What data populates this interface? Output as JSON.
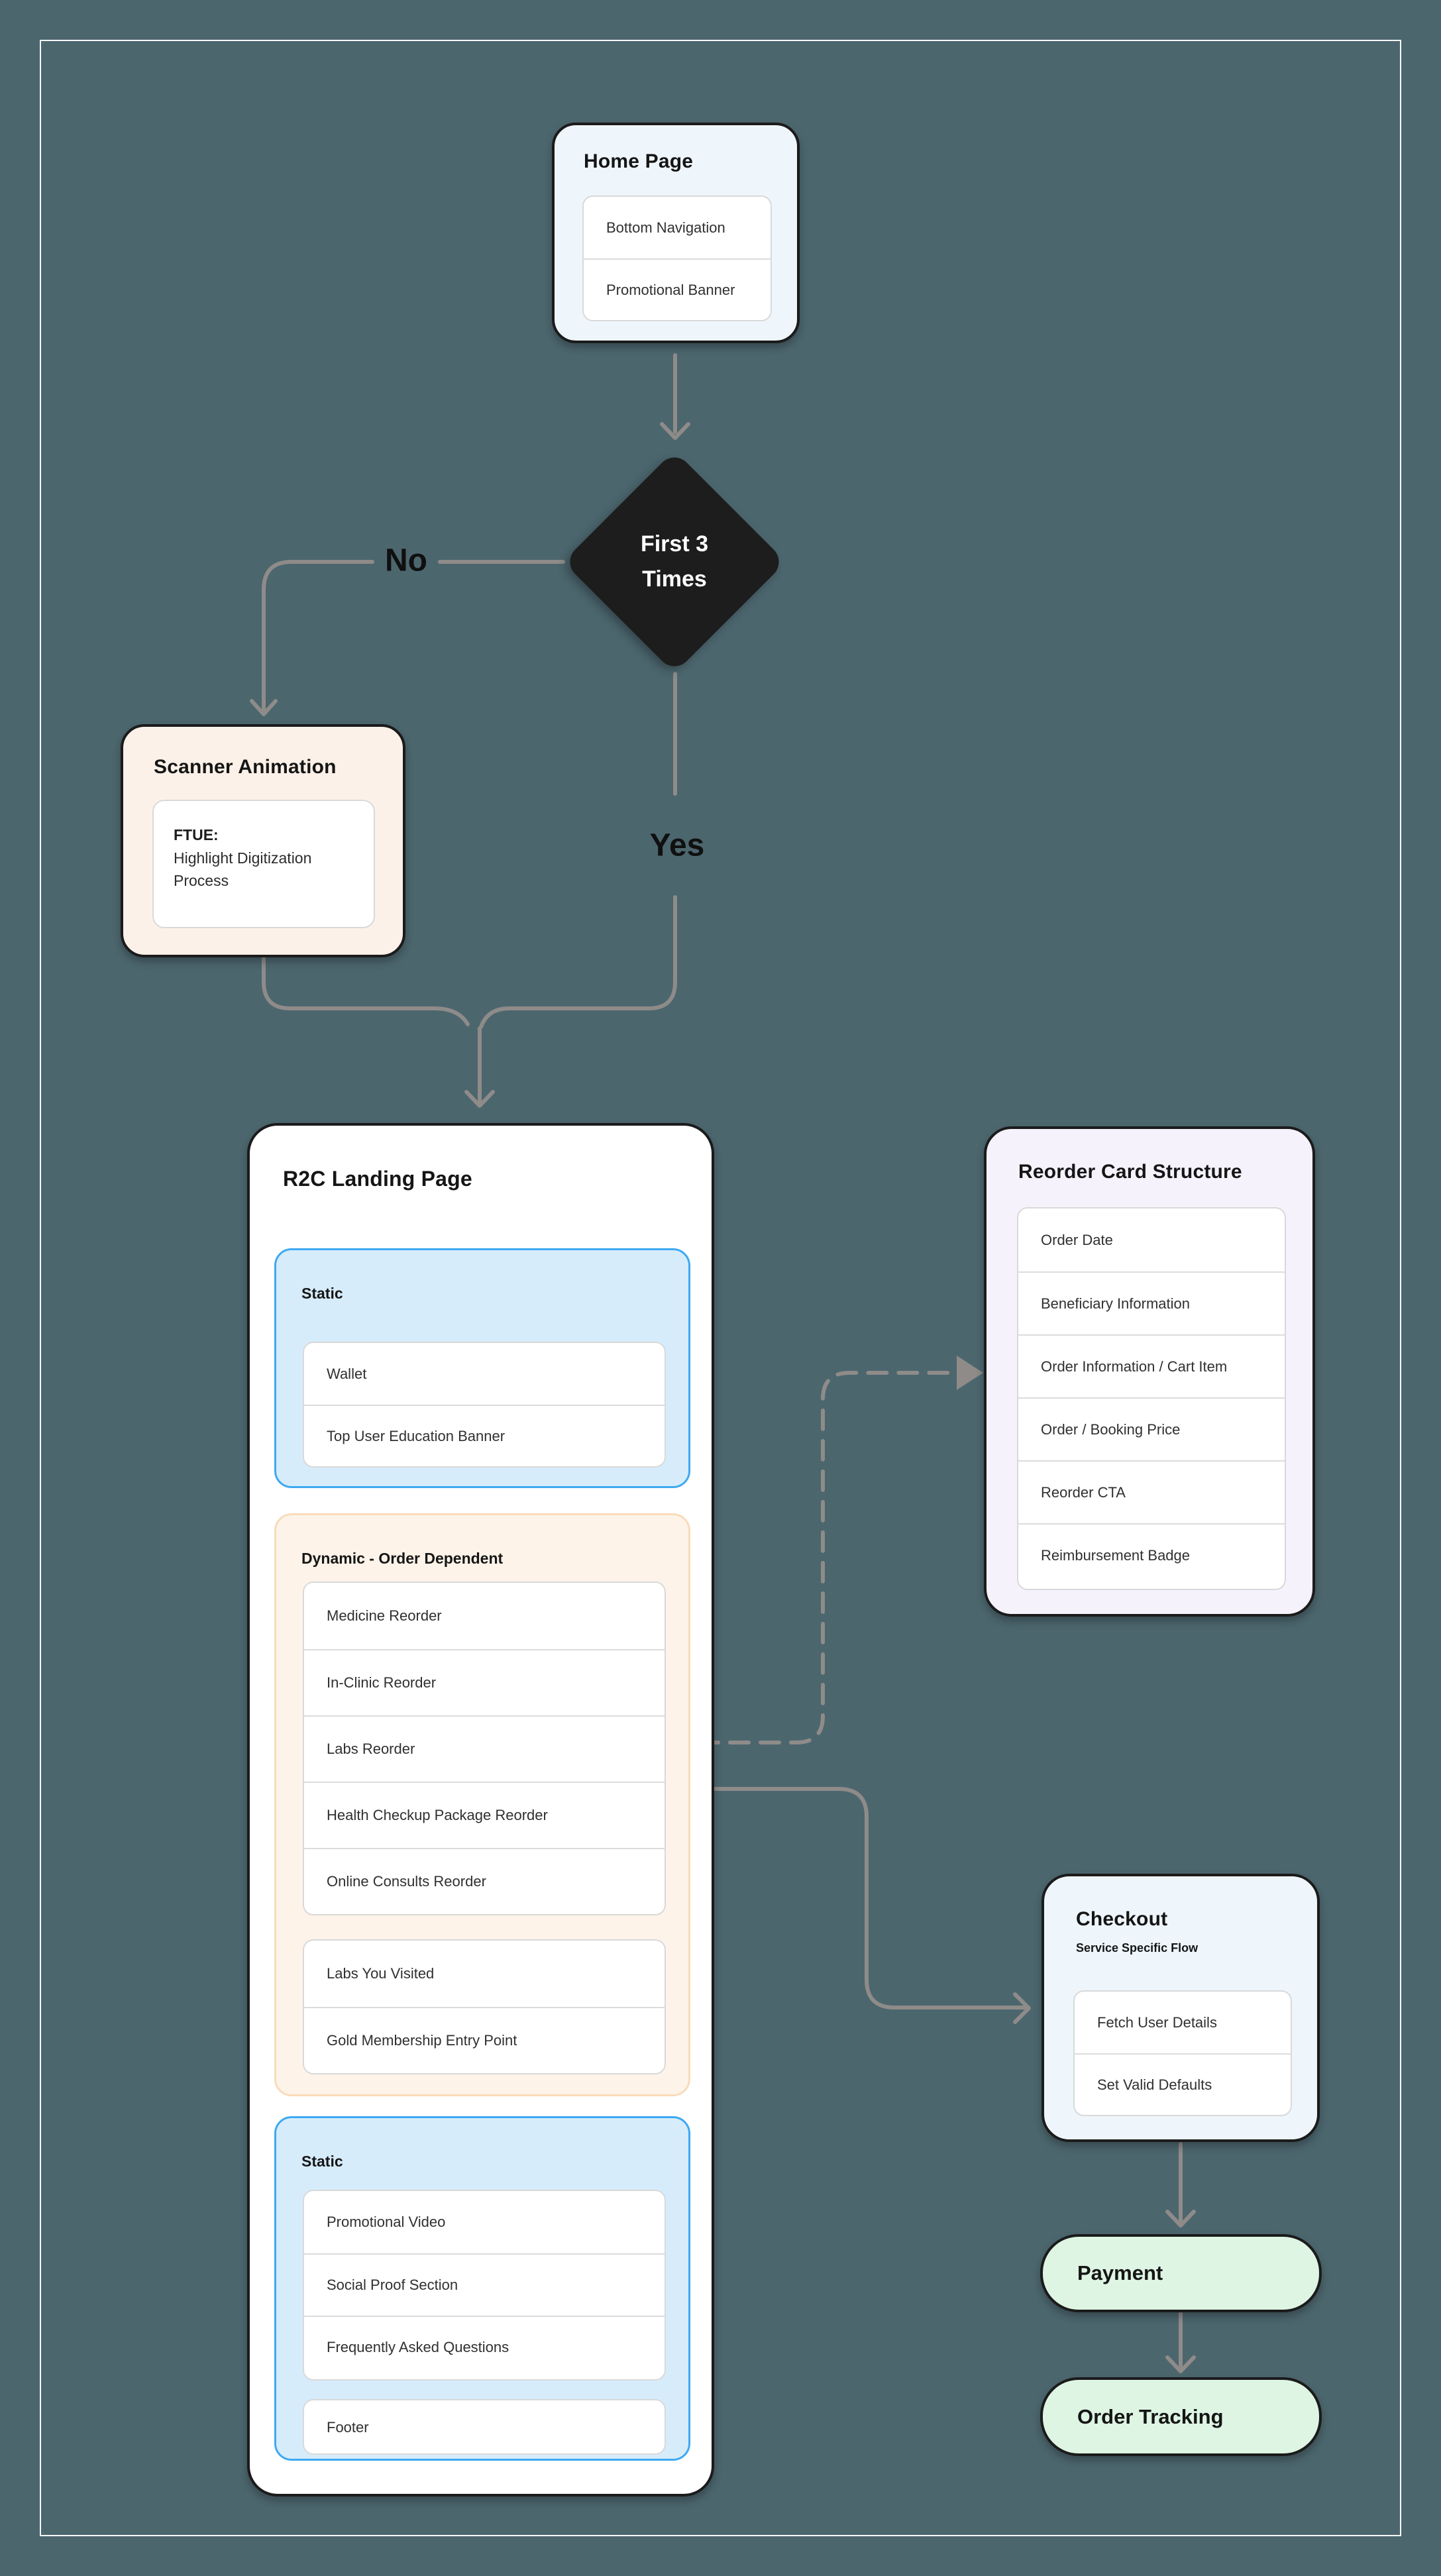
{
  "edges": {
    "no_label": "No",
    "yes_label": "Yes"
  },
  "nodes": {
    "home": {
      "title": "Home Page",
      "items": [
        "Bottom Navigation",
        "Promotional Banner"
      ]
    },
    "decision": {
      "line1": "First 3",
      "line2": "Times"
    },
    "scanner": {
      "title": "Scanner Animation",
      "card_title": "FTUE:",
      "card_body": "Highlight Digitization Process"
    },
    "r2c": {
      "title": "R2C Landing Page",
      "static_top": {
        "label": "Static",
        "items": [
          "Wallet",
          "Top User Education Banner"
        ]
      },
      "dynamic": {
        "label": "Dynamic - Order Dependent",
        "reorder_items": [
          "Medicine Reorder",
          "In-Clinic Reorder",
          "Labs Reorder",
          "Health Checkup Package Reorder",
          "Online Consults Reorder"
        ],
        "other_items": [
          "Labs You Visited",
          "Gold Membership Entry Point"
        ]
      },
      "static_bottom": {
        "label": "Static",
        "items": [
          "Promotional Video",
          "Social Proof Section",
          "Frequently Asked Questions"
        ],
        "footer_items": [
          "Footer"
        ]
      }
    },
    "reorder_card": {
      "title": "Reorder Card Structure",
      "items": [
        "Order Date",
        "Beneficiary Information",
        "Order Information / Cart Item",
        "Order / Booking Price",
        "Reorder CTA",
        "Reimbursement Badge"
      ]
    },
    "checkout": {
      "title": "Checkout",
      "subtitle": "Service Specific Flow",
      "items": [
        "Fetch User Details",
        "Set Valid Defaults"
      ]
    },
    "payment": {
      "title": "Payment"
    },
    "order_tracking": {
      "title": "Order Tracking"
    }
  },
  "colors": {
    "canvas_bg": "#4c666e",
    "node_border": "#1b1b1b",
    "edge_gray": "#8e8b89",
    "home_bg": "#eef6fc",
    "decision_bg": "#1d1d1d",
    "scanner_bg": "#fcf1e8",
    "static_section_bg": "#d7ecfb",
    "static_section_border": "#3ea9f2",
    "dynamic_section_bg": "#fdf3e9",
    "dynamic_section_border": "#f8dcba",
    "reorder_card_bg": "#f5f2fc",
    "checkout_bg": "#eef6fc",
    "payment_bg": "#def5e4"
  }
}
